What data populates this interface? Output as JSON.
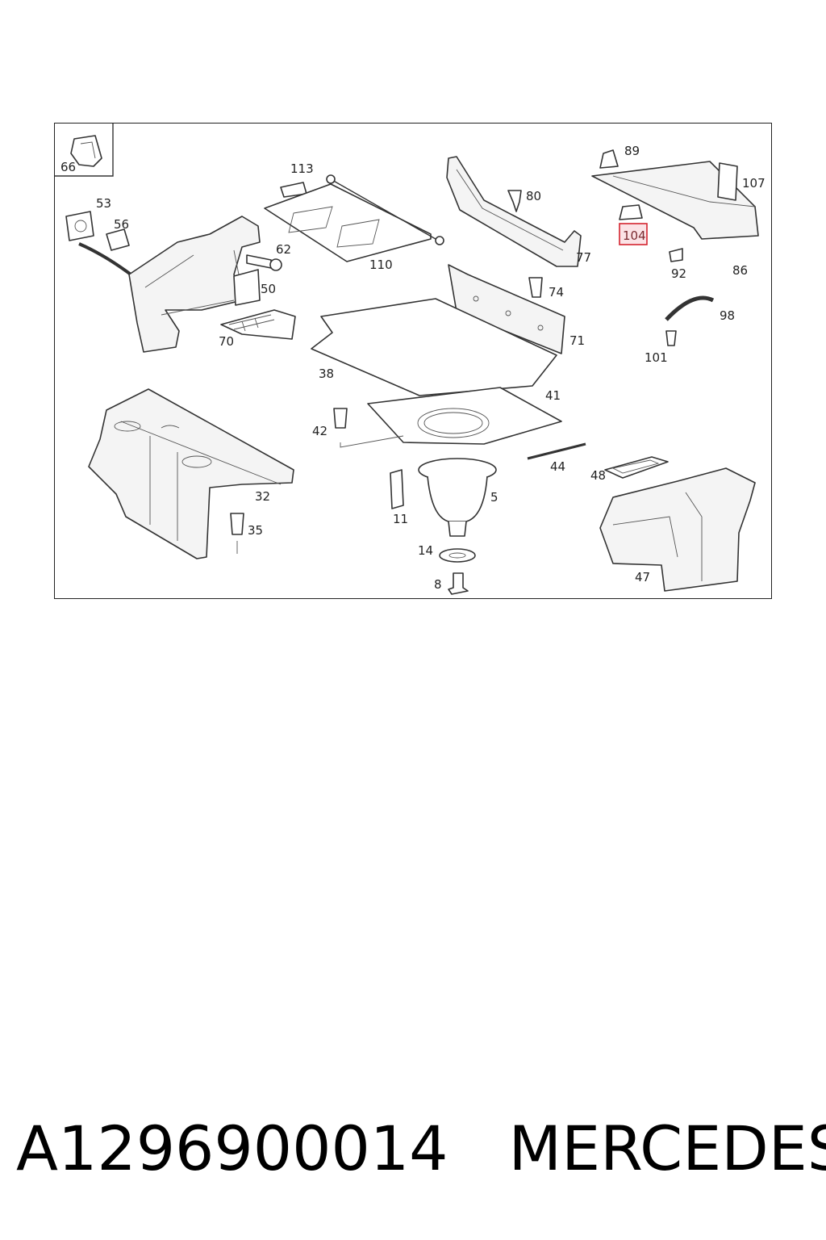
{
  "diagram": {
    "labels": {
      "p66": "66",
      "p53": "53",
      "p56": "56",
      "p62": "62",
      "p50": "50",
      "p70": "70",
      "p113": "113",
      "p110": "110",
      "p80": "80",
      "p77": "77",
      "p89": "89",
      "p107": "107",
      "p104": "104",
      "p92": "92",
      "p86": "86",
      "p74": "74",
      "p71": "71",
      "p98": "98",
      "p101": "101",
      "p38": "38",
      "p41": "41",
      "p42": "42",
      "p32": "32",
      "p35": "35",
      "p44": "44",
      "p48": "48",
      "p5": "5",
      "p11": "11",
      "p14": "14",
      "p8": "8",
      "p47": "47"
    },
    "highlighted_part": "104"
  },
  "footer": {
    "part_number": "A1296900014",
    "brand": "MERCEDES"
  },
  "colors": {
    "highlight_border": "#d4242f",
    "highlight_fill": "#fbe3e6",
    "line": "#333333"
  }
}
